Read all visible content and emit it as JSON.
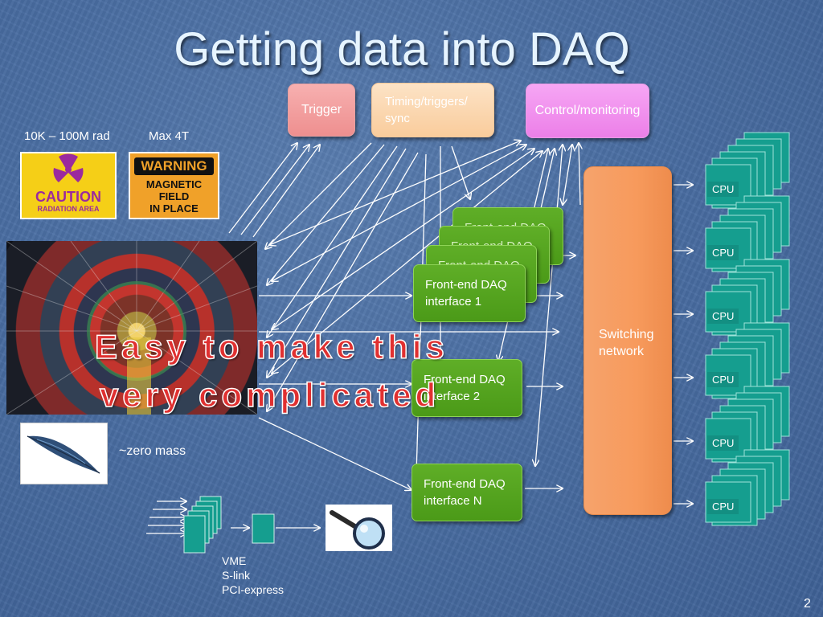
{
  "title": "Getting data into DAQ",
  "boxes": {
    "trigger": "Trigger",
    "timing": "Timing/triggers/ sync",
    "control": "Control/monitoring",
    "switching": "Switching network"
  },
  "frontends": {
    "back_label": "Front-end DAQ",
    "fe1": "Front-end DAQ interface 1",
    "fe2": "Front-end DAQ interface 2",
    "feN": "Front-end DAQ interface N"
  },
  "cpu_label": "CPU",
  "labels": {
    "radiation": "10K – 100M rad",
    "field": "Max 4T",
    "mass": "~zero mass"
  },
  "signs": {
    "caution_word": "CAUTION",
    "caution_sub": "RADIATION AREA",
    "warning_word": "WARNING",
    "warning_line1": "MAGNETIC",
    "warning_line2": "FIELD",
    "warning_line3": "IN PLACE"
  },
  "overlay_text": {
    "line1": "Easy to make this",
    "line2": "very complicated"
  },
  "examples": [
    "VME",
    "S-link",
    "PCI-express"
  ],
  "slide_number": "2",
  "colors": {
    "background": "#4a6ea3",
    "trigger": "#f09a9a",
    "timing": "#fbd6ad",
    "control": "#f08ded",
    "switching": "#f79a5c",
    "frontend": "#53a01e",
    "cpu": "#159e8f",
    "overlay_text": "#e03030"
  }
}
